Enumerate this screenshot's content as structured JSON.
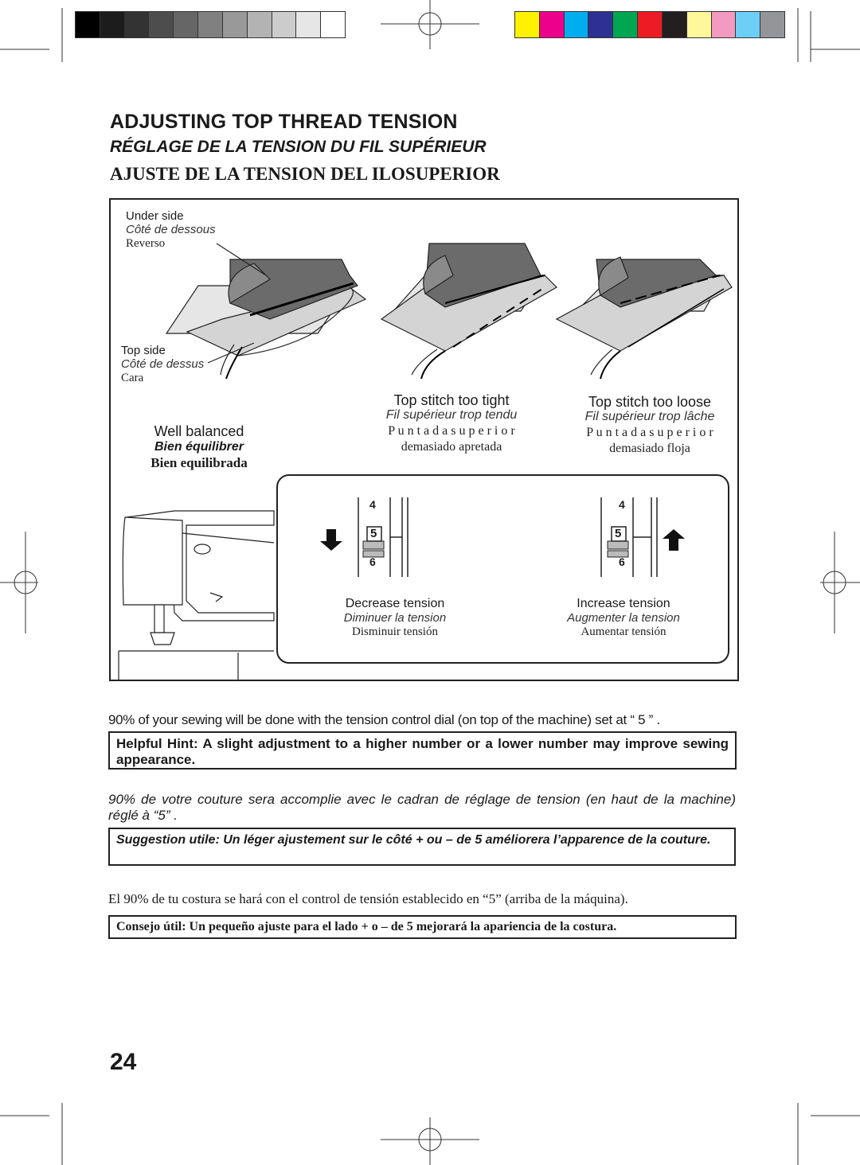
{
  "calibration": {
    "gray_swatches": [
      "#000000",
      "#1c1c1c",
      "#333333",
      "#4d4d4d",
      "#666666",
      "#808080",
      "#999999",
      "#b3b3b3",
      "#cccccc",
      "#e6e6e6",
      "#ffffff"
    ],
    "color_swatches": [
      "#fff200",
      "#ec008c",
      "#00aeef",
      "#2e3192",
      "#00a651",
      "#ed1c24",
      "#231f20",
      "#fff799",
      "#f49ac1",
      "#6dcff6",
      "#939598"
    ]
  },
  "title": {
    "en": "ADJUSTING TOP THREAD TENSION",
    "fr": "RÉGLAGE DE LA TENSION DU FIL SUPÉRIEUR",
    "es": "AJUSTE DE LA TENSION DEL ILOSUPERIOR"
  },
  "figure": {
    "under_side": {
      "en": "Under side",
      "fr": "Côté de dessous",
      "es": "Reverso"
    },
    "top_side": {
      "en": "Top side",
      "fr": "Côté de dessus",
      "es": "Cara"
    },
    "well_balanced": {
      "en": "Well balanced",
      "fr": "Bien équilibrer",
      "es": "Bien equilibrada"
    },
    "too_tight": {
      "en": "Top stitch too tight",
      "fr": "Fil supérieur trop tendu",
      "es1": "P u n t a d a   s u p e r i o r",
      "es2": "demasiado apretada"
    },
    "too_loose": {
      "en": "Top stitch too loose",
      "fr": "Fil supérieur trop lâche",
      "es1": "P u n t a d a   s u p e r i o r",
      "es2": "demasiado floja"
    },
    "dial_numbers": [
      "4",
      "5",
      "6"
    ],
    "decrease": {
      "en": "Decrease tension",
      "fr": "Diminuer la tension",
      "es": "Disminuir tensión"
    },
    "increase": {
      "en": "Increase tension",
      "fr": "Augmenter la tension",
      "es": "Aumentar tensión"
    }
  },
  "text": {
    "en_para": "90% of your sewing will be done with the tension control dial (on top of the machine) set at “ 5 ” .",
    "en_hint": "Helpful Hint:  A slight adjustment to a higher number or a lower number may improve sewing appearance.",
    "fr_para": "90% de votre couture sera accomplie avec le cadran de réglage de tension (en haut de la machine) réglé à “5” .",
    "fr_hint": "Suggestion utile: Un léger ajustement sur le côté + ou – de 5 améliorera l’apparence de la couture.",
    "es_para": "El 90% de tu costura se hará con el control de tensión establecido en “5” (arriba de la máquina).",
    "es_hint": "Consejo útil: Un pequeño ajuste para el lado + o – de 5 mejorará la apariencia de la costura."
  },
  "page_number": "24"
}
